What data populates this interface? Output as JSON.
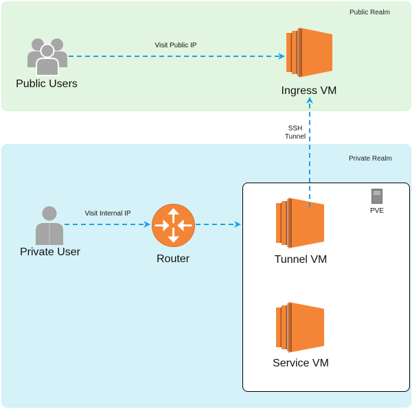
{
  "realms": {
    "public": {
      "label": "Public Realm"
    },
    "private": {
      "label": "Private Realm"
    },
    "pve": {
      "label": "PVE"
    }
  },
  "nodes": {
    "public_users": "Public Users",
    "ingress_vm": "Ingress VM",
    "private_user": "Private User",
    "router": "Router",
    "tunnel_vm": "Tunnel VM",
    "service_vm": "Service VM"
  },
  "edges": {
    "visit_public_ip": "Visit Public IP",
    "visit_internal_ip": "Visit Internal IP",
    "ssh_tunnel_line1": "SSH",
    "ssh_tunnel_line2": "Tunnel"
  },
  "colors": {
    "public_realm_bg": "#e2f5e0",
    "private_realm_bg": "#d5f2f8",
    "vm_orange": "#f58536",
    "vm_orange_dark": "#9d5025",
    "router_orange": "#f58536",
    "user_gray": "#a6a6a6",
    "arrow_blue": "#1ba1e2"
  },
  "icons": {
    "public_users": "users-group-icon",
    "private_user": "user-icon",
    "router": "router-icon",
    "vm": "ec2-instance-icon",
    "pve": "server-icon"
  }
}
